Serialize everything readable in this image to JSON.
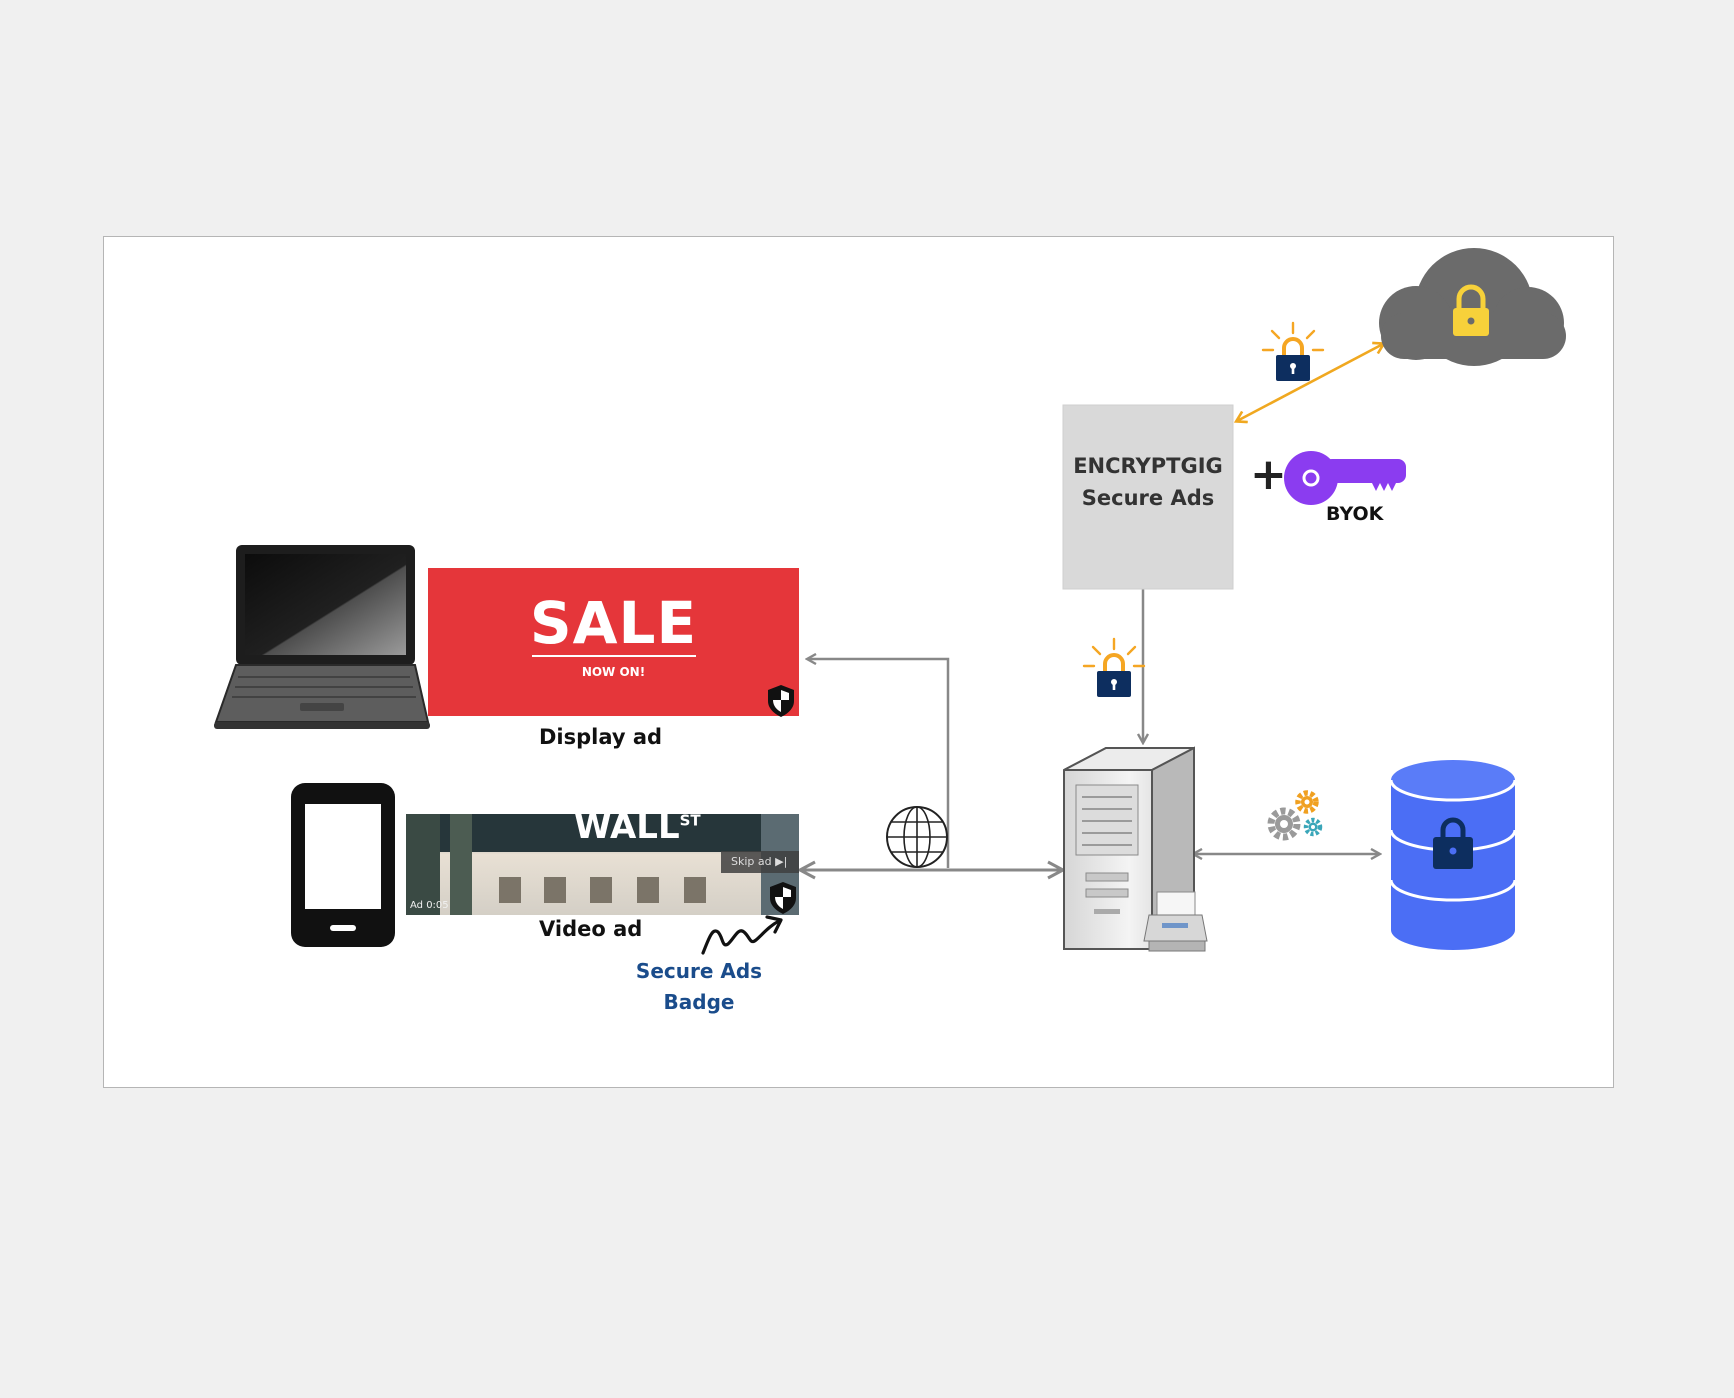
{
  "encryptgig": {
    "line1": "ENCRYPTGIG",
    "line2": "Secure Ads"
  },
  "byok": {
    "label": "BYOK",
    "plus": "+"
  },
  "display_ad": {
    "headline": "SALE",
    "subline": "NOW ON!",
    "caption": "Display ad"
  },
  "video_ad": {
    "street_sign": "WALL",
    "street_suffix": "ST",
    "skip_label": "Skip ad",
    "timer": "Ad 0:05",
    "caption": "Video ad"
  },
  "badge": {
    "line1": "Secure Ads",
    "line2": "Badge"
  },
  "colors": {
    "arrow_gray": "#888888",
    "key_arrow": "#f0a820",
    "sale_red": "#e5363a",
    "key_purple": "#8b3cf0",
    "database_blue": "#4b6ef5",
    "lock_navy": "#0d2e5f",
    "lock_yellow": "#f7d13a",
    "cloud_gray": "#6b6b6b",
    "badge_text_blue": "#1a4c8b"
  },
  "icons": [
    "laptop-icon",
    "smartphone-icon",
    "globe-icon",
    "server-icon",
    "database-lock-icon",
    "cloud-lock-icon",
    "key-icon",
    "gears-icon",
    "lock-icon",
    "shield-icon"
  ]
}
